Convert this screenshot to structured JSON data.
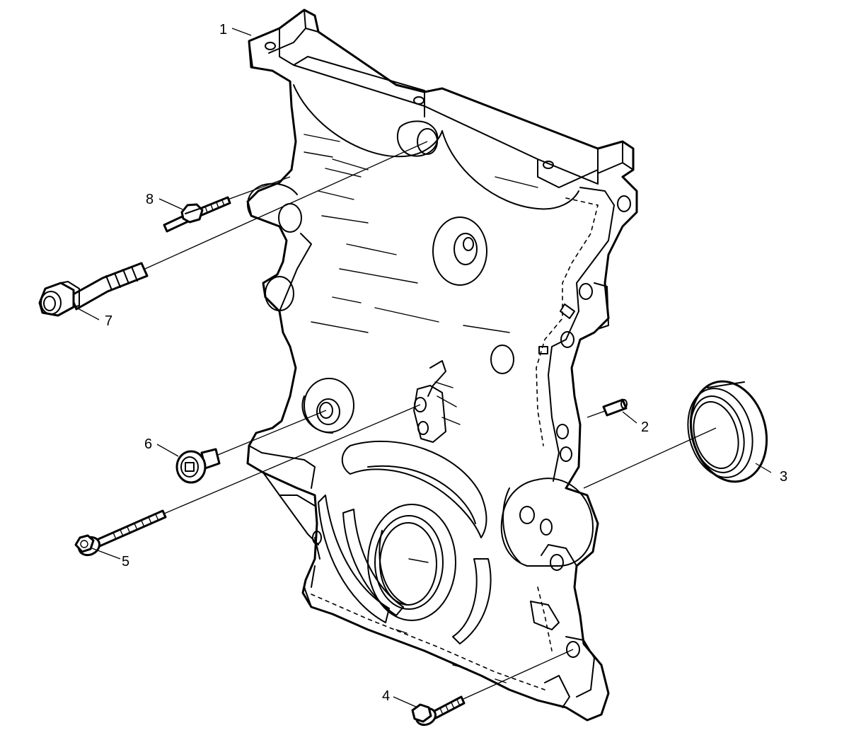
{
  "diagram": {
    "callouts": [
      {
        "id": "1",
        "text": "1"
      },
      {
        "id": "2",
        "text": "2"
      },
      {
        "id": "3",
        "text": "3"
      },
      {
        "id": "4",
        "text": "4"
      },
      {
        "id": "5",
        "text": "5"
      },
      {
        "id": "6",
        "text": "6"
      },
      {
        "id": "7",
        "text": "7"
      },
      {
        "id": "8",
        "text": "8"
      }
    ]
  }
}
